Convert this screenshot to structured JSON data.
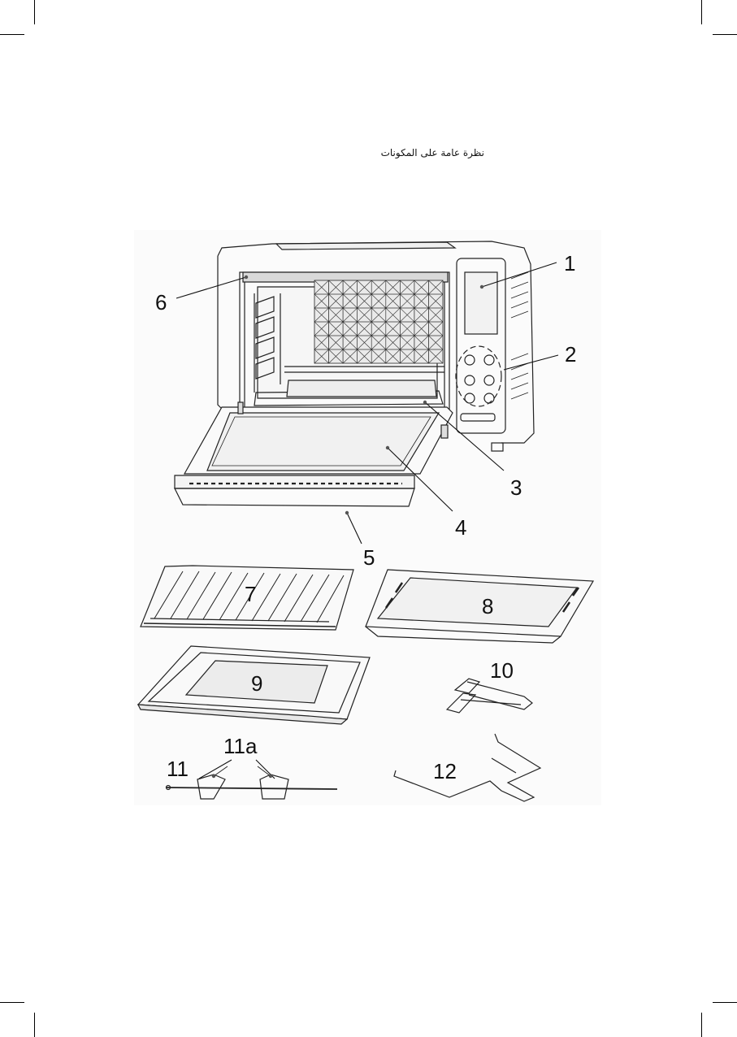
{
  "page": {
    "heading": "نظرة عامة على المكونات"
  },
  "figure": {
    "callouts": [
      "1",
      "2",
      "3",
      "4",
      "5",
      "6",
      "7",
      "8",
      "9",
      "10",
      "11",
      "11a",
      "12"
    ]
  }
}
